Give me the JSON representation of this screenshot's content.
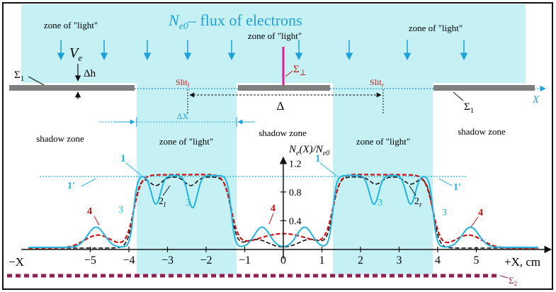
{
  "title": {
    "sym": "N",
    "sub": "e0",
    "rest": "– flux of electrons"
  },
  "labels": {
    "light": "zone of \"light\"",
    "shadow": "shadow zone",
    "ve": "V",
    "ve_sub": "e",
    "dh": "Δh",
    "sigma1": "Σ",
    "sigma1_sub": "1",
    "sigma_perp": "Σ",
    "sigma_perp_sub": "⊥",
    "slit_l": "Slit",
    "slit_l_sub": "l",
    "slit_r": "Slit",
    "slit_r_sub": "r",
    "delta": "Δ",
    "delta_x": "ΔX",
    "x_axis": "X",
    "ylab": "N",
    "ylab_sub": "e",
    "ylab_mid": "(X)/N",
    "ylab_sub2": "e0",
    "x_neg": "−X",
    "x_pos": "+X, cm",
    "sigma2": "Σ",
    "sigma2_sub": "2",
    "curve1": "1",
    "curve1p": "1'",
    "curve3": "3",
    "curve4": "4",
    "curve2l": "2",
    "curve2l_sub": "l",
    "curve2r": "2",
    "curve2r_sub": "r"
  },
  "axis": {
    "x_ticks": [
      "−5",
      "−4",
      "−3",
      "−2",
      "−1",
      "0",
      "1",
      "2",
      "3",
      "4",
      "5"
    ],
    "y_ticks": [
      "0.4",
      "0.8",
      "1.2"
    ]
  },
  "colors": {
    "light_zone": "#c5f1f5",
    "arrow": "#1ea0d8",
    "curve3": "#22b4de",
    "curve4": "#cc1111",
    "curve2": "#111111",
    "sigma_perp": "#e6179b",
    "sigma2": "#8b2452",
    "plate": "#7f7f7f"
  }
}
